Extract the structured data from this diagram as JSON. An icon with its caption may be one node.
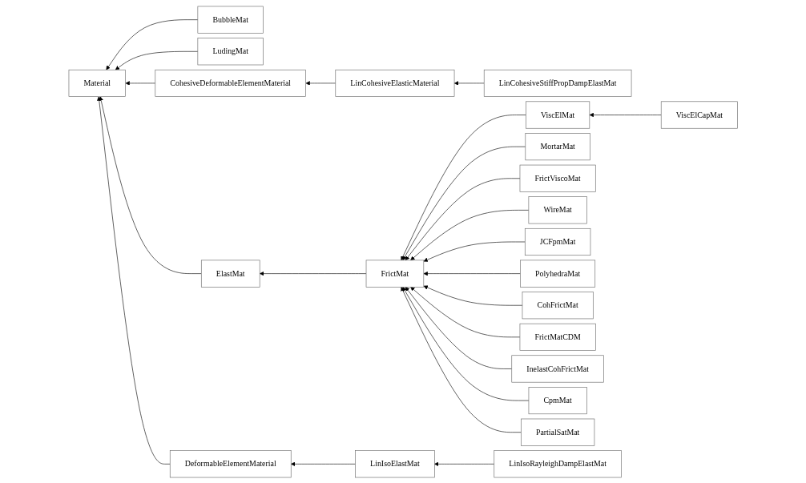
{
  "diagram": {
    "nodes": [
      {
        "text": [
          "Material"
        ]
      },
      {
        "text": [
          "BubbleMat"
        ]
      },
      {
        "text": [
          "LudingMat"
        ]
      },
      {
        "text": [
          "CohesiveDeformableElementMaterial"
        ]
      },
      {
        "text": [
          "ElastMat"
        ]
      },
      {
        "text": [
          "DeformableElementMaterial"
        ]
      },
      {
        "text": [
          "LinCohesiveElasticMaterial"
        ]
      },
      {
        "text": [
          "FrictMat"
        ]
      },
      {
        "text": [
          "LinIsoElastMat"
        ]
      },
      {
        "text": [
          "LinCohesiveStiffPropDampElastMat"
        ]
      },
      {
        "text": [
          "ViscElMat"
        ]
      },
      {
        "text": [
          "MortarMat"
        ]
      },
      {
        "text": [
          "FrictViscoMat"
        ]
      },
      {
        "text": [
          "WireMat"
        ]
      },
      {
        "text": [
          "JCFpmMat"
        ]
      },
      {
        "text": [
          "PolyhedraMat"
        ]
      },
      {
        "text": [
          "CohFrictMat"
        ]
      },
      {
        "text": [
          "FrictMatCDM"
        ]
      },
      {
        "text": [
          "InelastCohFrictMat"
        ]
      },
      {
        "text": [
          "CpmMat"
        ]
      },
      {
        "text": [
          "PartialSatMat"
        ]
      },
      {
        "text": [
          "LinIsoRayleighDampElastMat"
        ]
      },
      {
        "text": [
          "ViscElCapMat"
        ]
      }
    ],
    "edges": [
      {
        "from": 1,
        "to": 0,
        "arrow": "to"
      },
      {
        "from": 2,
        "to": 0,
        "arrow": "to"
      },
      {
        "from": 3,
        "to": 0,
        "arrow": "to"
      },
      {
        "from": 4,
        "to": 0,
        "arrow": "to"
      },
      {
        "from": 5,
        "to": 0,
        "arrow": "to"
      },
      {
        "from": 6,
        "to": 3,
        "arrow": "to"
      },
      {
        "from": 7,
        "to": 4,
        "arrow": "to"
      },
      {
        "from": 8,
        "to": 5,
        "arrow": "to"
      },
      {
        "from": 9,
        "to": 6,
        "arrow": "to"
      },
      {
        "from": 10,
        "to": 7,
        "arrow": "to"
      },
      {
        "from": 11,
        "to": 7,
        "arrow": "to"
      },
      {
        "from": 12,
        "to": 7,
        "arrow": "to"
      },
      {
        "from": 13,
        "to": 7,
        "arrow": "to"
      },
      {
        "from": 14,
        "to": 7,
        "arrow": "to"
      },
      {
        "from": 15,
        "to": 7,
        "arrow": "to"
      },
      {
        "from": 16,
        "to": 7,
        "arrow": "to"
      },
      {
        "from": 17,
        "to": 7,
        "arrow": "to"
      },
      {
        "from": 18,
        "to": 7,
        "arrow": "to"
      },
      {
        "from": 19,
        "to": 7,
        "arrow": "to"
      },
      {
        "from": 20,
        "to": 7,
        "arrow": "to"
      },
      {
        "from": 21,
        "to": 8,
        "arrow": "to"
      },
      {
        "from": 22,
        "to": 10,
        "arrow": "to"
      }
    ]
  }
}
